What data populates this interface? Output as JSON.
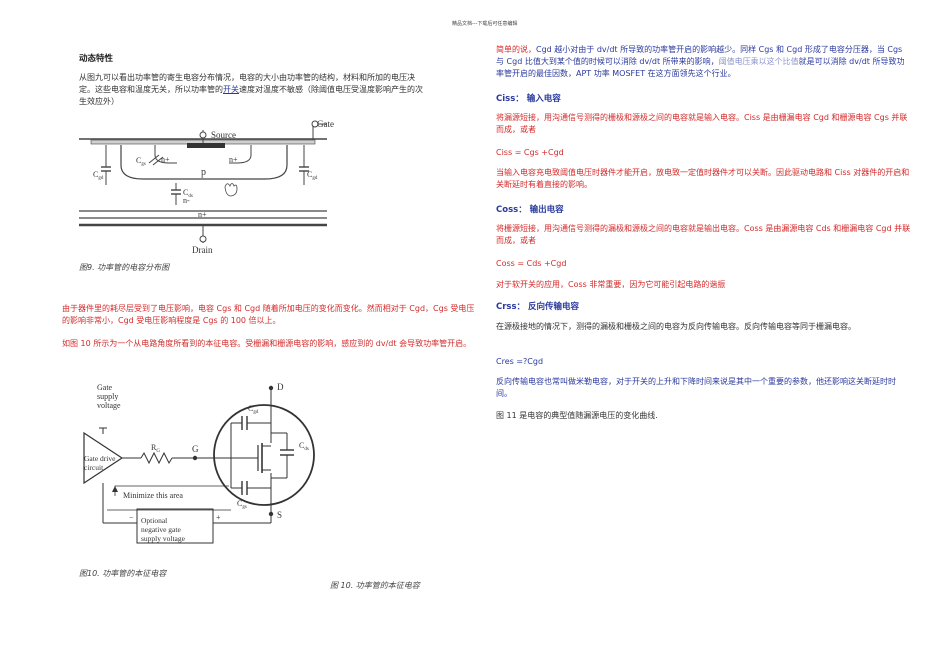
{
  "header": {
    "text": "精品文档---下载后可任意编辑"
  },
  "left": {
    "section_title": "动态特性",
    "intro_pre": "从图九可以看出功率管的寄生电容分布情况，电容的大小由功率管的结构，材料和所加的电压决定。这些电容和温度无关，所以功率管的",
    "intro_link": "开关",
    "intro_post": "速度对温度不敏感（除阈值电压受温度影响产生的次生效应外）",
    "fig9": {
      "caption": "图9.  功率管的电容分布图",
      "labels": {
        "gate": "Gate",
        "source": "Source",
        "drain": "Drain",
        "cgd": "C",
        "cgd_sub": "gd",
        "cgs": "C",
        "cgs_sub": "gs",
        "cds": "C",
        "cds_sub": "ds",
        "n_plus": "n+",
        "p": "p",
        "n_minus": "n-"
      }
    },
    "para1": "由于器件里的耗尽层受到了电压影响，电容 Cgs 和 Cgd 随着所加电压的变化而变化。然而相对于 Cgd，Cgs 受电压的影响非常小，Cgd 受电压影响程度是 Cgs 的 100 倍以上。",
    "para2": "如图 10 所示为一个从电路角度所看到的本征电容。受栅漏和栅源电容的影响，感应到的 dv/dt 会导致功率管开启。",
    "fig10": {
      "caption": "图10.  功率管的本征电容",
      "labels": {
        "gsv1": "Gate",
        "gsv2": "supply",
        "gsv3": "voltage",
        "gdc1": "Gate drive",
        "gdc2": "circuit",
        "rg": "R",
        "rg_sub": "G",
        "g": "G",
        "d": "D",
        "s": "S",
        "cgd": "C",
        "cgd_sub": "gd",
        "cds": "C",
        "cds_sub": "ds",
        "cgs": "C",
        "cgs_sub": "gs",
        "minimize": "Minimize this area",
        "onv1": "Optional",
        "onv2": "negative gate",
        "onv3": "supply voltage",
        "minus": "−",
        "plus": "+"
      }
    },
    "caption_center": "图 10.  功率管的本征电容"
  },
  "right": {
    "p_top_a": "简单的说，",
    "p_top_b": "Cgd 越小对由于 dv/dt 所导致的功率管开启的影响越少。同样 Cgs 和 Cgd 形成了电容分压器，当 Cgs 与 Cgd 比值大到某个值的时候可以消除 dv/dt 所带来的影响，",
    "p_top_c": "阈值电压乘以这个比值",
    "p_top_d": "就是可以消除 dv/dt 所导致功率管开启的最佳因数，APT 功率 MOSFET 在这方面领先这个行业。",
    "ciss_title": "Ciss： 输入电容",
    "ciss_p1": "将漏源短接，用沟通信号测得的栅极和源极之间的电容就是输入电容。Ciss 是由栅漏电容 Cgd 和栅源电容 Cgs 并联而成，或者",
    "ciss_eq": "Ciss = Cgs +Cgd",
    "ciss_p2": "当输入电容充电致阈值电压时器件才能开启，放电致一定值时器件才可以关断。因此驱动电路和 Ciss 对器件的开启和关断延时有着直接的影响。",
    "coss_title": "Coss： 输出电容",
    "coss_p1": "将栅源短接，用沟通信号测得的漏极和源极之间的电容就是输出电容。Coss 是由漏源电容 Cds 和栅漏电容 Cgd 并联而成，或者",
    "coss_eq": "Coss = Cds +Cgd",
    "coss_p2": "对于软开关的应用，Coss 非常重要，因为它可能引起电路的谐振",
    "crss_title": "Crss： 反向传输电容",
    "crss_p1": "在源极接地的情况下，测得的漏极和栅极之间的电容为反向传输电容。反向传输电容等同于栅漏电容。",
    "crss_eq": "Cres =?Cgd",
    "crss_p2": "反向传输电容也常叫做米勒电容，对于开关的上升和下降时间来说是其中一个重要的参数，他还影响这关断延时时间。",
    "last": "图 11 是电容的典型值随漏源电压的变化曲线."
  }
}
